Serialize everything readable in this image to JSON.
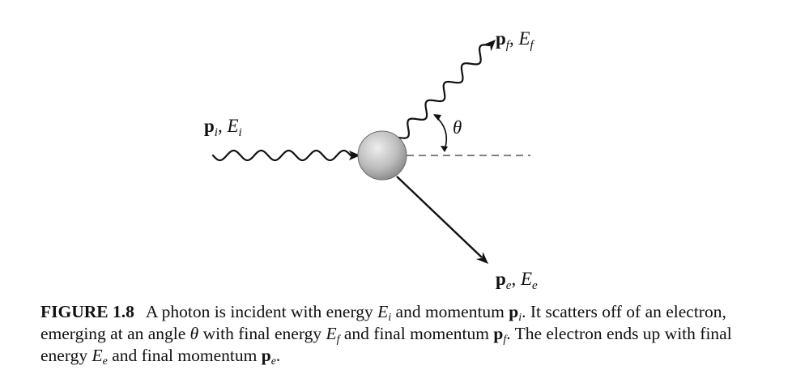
{
  "labels": {
    "incident": {
      "vector": "p",
      "vector_sub": "i",
      "sep": ", ",
      "energy": "E",
      "energy_sub": "i"
    },
    "scattered": {
      "vector": "p",
      "vector_sub": "f",
      "sep": ", ",
      "energy": "E",
      "energy_sub": "f"
    },
    "electron": {
      "vector": "p",
      "vector_sub": "e",
      "sep": ", ",
      "energy": "E",
      "energy_sub": "e"
    },
    "angle": "θ"
  },
  "caption": {
    "label": "FIGURE 1.8",
    "t1": "A photon is incident with energy ",
    "v1": "E",
    "v1_sub": "i",
    "t2": " and momentum ",
    "v2": "p",
    "v2_sub": "i",
    "t3": ". It scatters off of an electron, emerging at an angle ",
    "v3": "θ",
    "t4": " with final energy ",
    "v4": "E",
    "v4_sub": "f",
    "t5": " and final momentum ",
    "v5": "p",
    "v5_sub": "f",
    "t6": ". The electron ends up with final energy ",
    "v6": "E",
    "v6_sub": "e",
    "t7": " and final momentum ",
    "v7": "p",
    "v7_sub": "e",
    "t8": "."
  },
  "colors": {
    "ink": "#111111",
    "dashed_line": "#666666",
    "sphere_light": "#e6e6e6",
    "sphere_dark": "#8a8a8a"
  }
}
